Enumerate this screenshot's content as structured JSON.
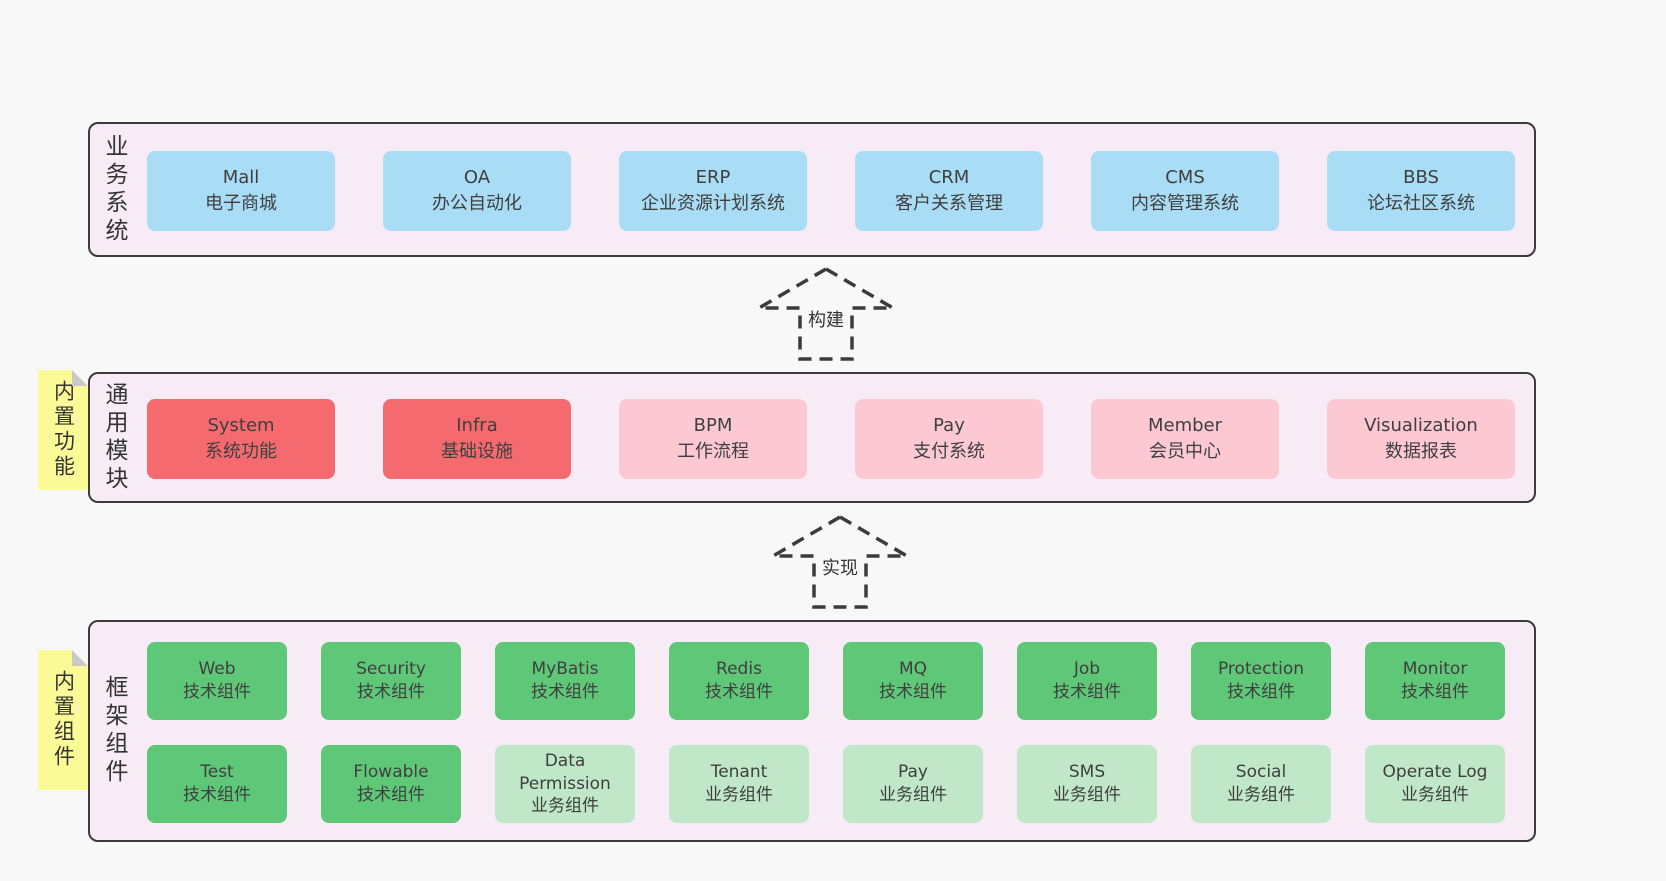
{
  "palette": {
    "canvas_bg": "#f8f8f8",
    "band_bg": "#f7ecf5",
    "band_border": "#3b3b3b",
    "blue_box": "#a9dcf5",
    "red_box": "#f56a6e",
    "pink_box": "#fcc9d3",
    "green_box": "#5ec878",
    "light_green_box": "#bfe7c8",
    "sticky_yellow": "#fafa96",
    "sticky_fold_gray": "#c9c9c9",
    "text": "#3f3f3f"
  },
  "arrows": [
    {
      "label": "构建"
    },
    {
      "label": "实现"
    }
  ],
  "stickies": [
    {
      "label": "内置功能"
    },
    {
      "label": "内置组件"
    }
  ],
  "bands": [
    {
      "label": "业务系统",
      "boxes": [
        {
          "title": "Mall",
          "subtitle": "电子商城"
        },
        {
          "title": "OA",
          "subtitle": "办公自动化"
        },
        {
          "title": "ERP",
          "subtitle": "企业资源计划系统"
        },
        {
          "title": "CRM",
          "subtitle": "客户关系管理"
        },
        {
          "title": "CMS",
          "subtitle": "内容管理系统"
        },
        {
          "title": "BBS",
          "subtitle": "论坛社区系统"
        }
      ]
    },
    {
      "label": "通用模块",
      "boxes": [
        {
          "title": "System",
          "subtitle": "系统功能"
        },
        {
          "title": "Infra",
          "subtitle": "基础设施"
        },
        {
          "title": "BPM",
          "subtitle": "工作流程"
        },
        {
          "title": "Pay",
          "subtitle": "支付系统"
        },
        {
          "title": "Member",
          "subtitle": "会员中心"
        },
        {
          "title": "Visualization",
          "subtitle": "数据报表"
        }
      ]
    },
    {
      "label": "框架组件",
      "rows": [
        [
          {
            "title": "Web",
            "subtitle": "技术组件"
          },
          {
            "title": "Security",
            "subtitle": "技术组件"
          },
          {
            "title": "MyBatis",
            "subtitle": "技术组件"
          },
          {
            "title": "Redis",
            "subtitle": "技术组件"
          },
          {
            "title": "MQ",
            "subtitle": "技术组件"
          },
          {
            "title": "Job",
            "subtitle": "技术组件"
          },
          {
            "title": "Protection",
            "subtitle": "技术组件"
          },
          {
            "title": "Monitor",
            "subtitle": "技术组件"
          }
        ],
        [
          {
            "title": "Test",
            "subtitle": "技术组件"
          },
          {
            "title": "Flowable",
            "subtitle": "技术组件"
          },
          {
            "title": "Data Permission",
            "subtitle": "业务组件"
          },
          {
            "title": "Tenant",
            "subtitle": "业务组件"
          },
          {
            "title": "Pay",
            "subtitle": "业务组件"
          },
          {
            "title": "SMS",
            "subtitle": "业务组件"
          },
          {
            "title": "Social",
            "subtitle": "业务组件"
          },
          {
            "title": "Operate Log",
            "subtitle": "业务组件"
          }
        ]
      ]
    }
  ]
}
